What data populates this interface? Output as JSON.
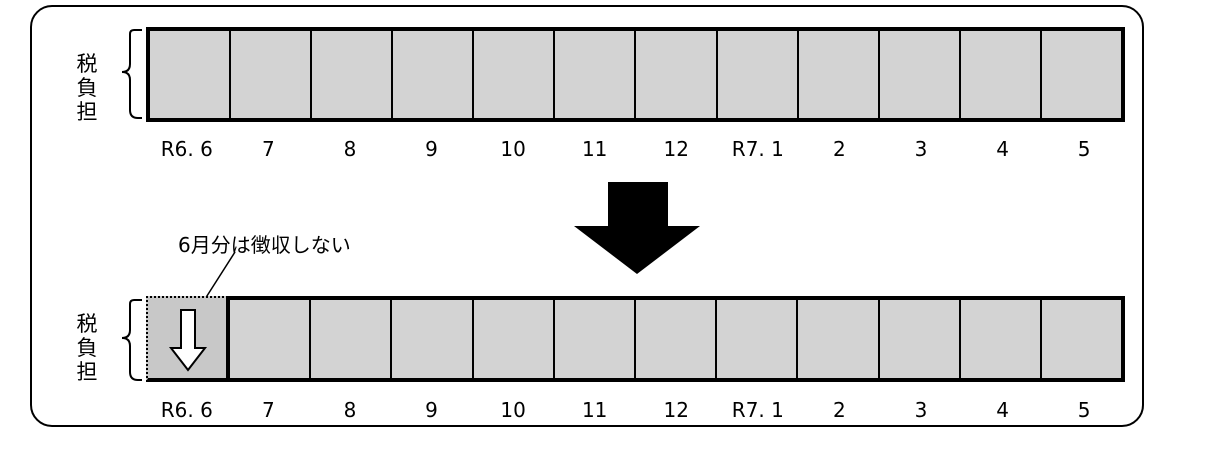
{
  "top": {
    "label": [
      "税",
      "負",
      "担"
    ],
    "months": [
      "R6. 6",
      "7",
      "8",
      "9",
      "10",
      "11",
      "12",
      "R7. 1",
      "2",
      "3",
      "4",
      "5"
    ]
  },
  "bottom": {
    "label": [
      "税",
      "負",
      "担"
    ],
    "months": [
      "R6. 6",
      "7",
      "8",
      "9",
      "10",
      "11",
      "12",
      "R7. 1",
      "2",
      "3",
      "4",
      "5"
    ],
    "note": "6月分は徴収しない"
  },
  "colors": {
    "cell_fill": "#d3d3d3",
    "first_cell_fill": "#c8c8c8",
    "stroke": "#000000"
  },
  "icons": {
    "transition": "down-arrow-icon",
    "no-collection": "hollow-down-arrow-icon"
  }
}
